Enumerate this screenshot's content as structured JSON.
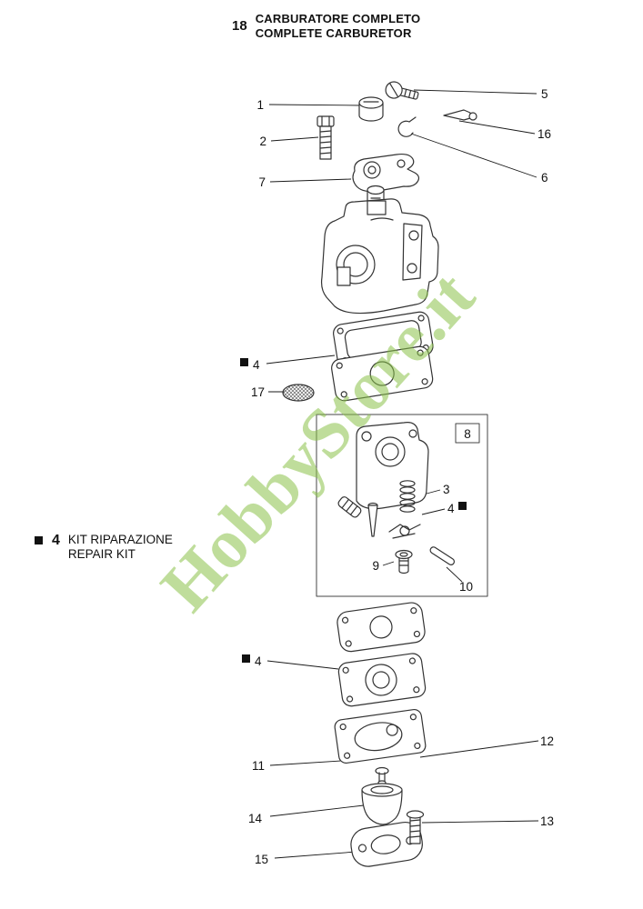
{
  "header": {
    "page_number": "18",
    "title_line1": "CARBURATORE COMPLETO",
    "title_line2": "COMPLETE CARBURETOR"
  },
  "watermark": {
    "text": "HobbyStore.it",
    "color": "#8bc34a"
  },
  "repair_kit_note": {
    "number": "4",
    "line1": "KIT RIPARAZIONE",
    "line2": "REPAIR KIT"
  },
  "kit_box_label": "8",
  "callouts": [
    {
      "label": "1"
    },
    {
      "label": "2"
    },
    {
      "label": "5"
    },
    {
      "label": "16"
    },
    {
      "label": "6"
    },
    {
      "label": "7"
    },
    {
      "label": "4",
      "marker": "square-left"
    },
    {
      "label": "17"
    },
    {
      "label": "3"
    },
    {
      "label": "4",
      "marker": "square-right"
    },
    {
      "label": "9"
    },
    {
      "label": "10"
    },
    {
      "label": "4",
      "marker": "square-left"
    },
    {
      "label": "12"
    },
    {
      "label": "11"
    },
    {
      "label": "14"
    },
    {
      "label": "13"
    },
    {
      "label": "15"
    }
  ]
}
